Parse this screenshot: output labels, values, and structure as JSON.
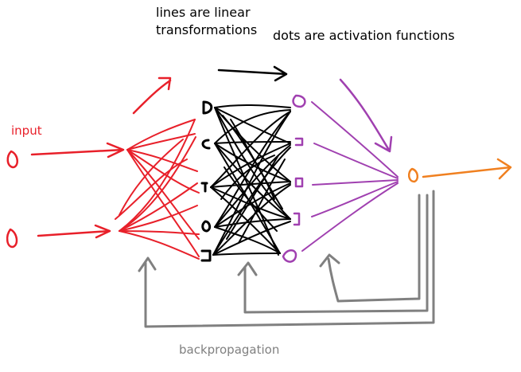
{
  "labels": {
    "lines_note": "lines are linear\ntransformations",
    "dots_note": "dots are activation functions",
    "input": "input",
    "backpropagation": "backpropagation"
  },
  "colors": {
    "input_layer": "#e8202a",
    "weights": "#000000",
    "activations": "#a040b0",
    "output": "#f08020",
    "backprop": "#808080"
  }
}
